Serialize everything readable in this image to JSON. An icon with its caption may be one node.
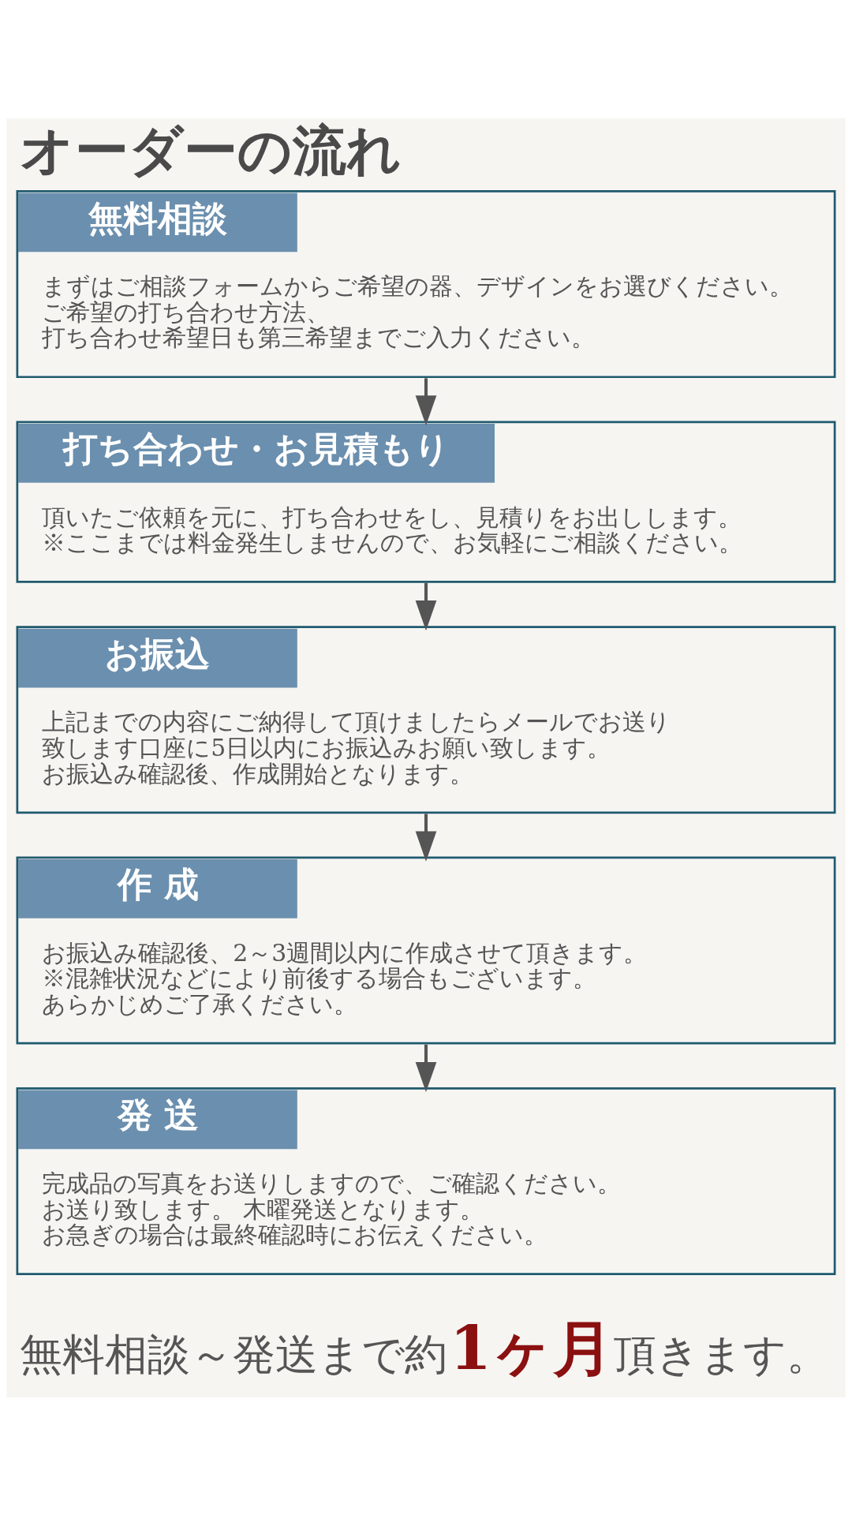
{
  "diagram": {
    "title": "オーダーの流れ",
    "nodes": [
      {
        "text": [
          "無料相談",
          "まずはご相談フォームからご希望の器、デザインをお選びください。ご希望の打ち合わせ方法、打ち合わせ希望日も第三希望までご入力ください。"
        ]
      },
      {
        "text": [
          "打ち合わせ・お見積もり",
          "頂いたご依頼を元に、打ち合わせをし、見積りをお出しします。※ここまでは料金発生しませんので、お気軽にご相談ください。"
        ]
      },
      {
        "text": [
          "お振込",
          "上記までの内容にご納得して頂けましたらメールでお送り致します口座に5日以内にお振込みお願い致します。お振込み確認後、作成開始となります。"
        ]
      },
      {
        "text": [
          "作 成",
          "お振込み確認後、2～3週間以内に作成させて頂きます。※混雑状況などにより前後する場合もございます。あらかじめご了承ください。"
        ]
      },
      {
        "text": [
          "発 送",
          "完成品の写真をお送りしますので、ご確認ください。お送り致します。 木曜発送となります。お急ぎの場合は最終確認時にお伝えください。"
        ]
      }
    ],
    "edges": [
      {
        "from": 0,
        "to": 1,
        "arrow": "to"
      },
      {
        "from": 1,
        "to": 2,
        "arrow": "to"
      },
      {
        "from": 2,
        "to": 3,
        "arrow": "to"
      },
      {
        "from": 3,
        "to": 4,
        "arrow": "to"
      }
    ],
    "caption": "無料相談～発送まで約**1ヶ月**頂きます。"
  }
}
